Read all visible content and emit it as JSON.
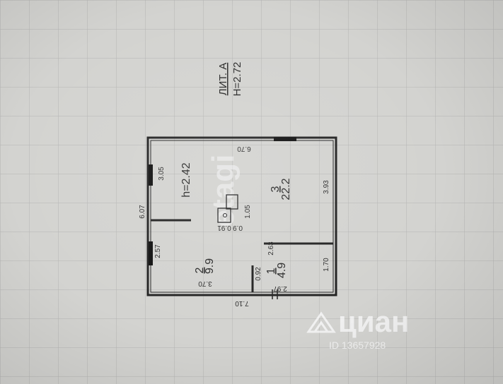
{
  "header": {
    "lit_label": "ЛИТ. А",
    "height_label": "Н=2.72"
  },
  "rooms": [
    {
      "number": "1",
      "area": "4.9"
    },
    {
      "number": "2",
      "area": "9.9"
    },
    {
      "number": "3",
      "area": "22.2"
    }
  ],
  "ceiling_label": "h=2.42",
  "dimensions": {
    "top_outer": "6.70",
    "bottom_outer": "7.10",
    "left_outer": "6.07",
    "left_upper": "3.05",
    "left_lower": "2.57",
    "right_upper": "3.93",
    "right_lower": "1.70",
    "room3_inner_vertical": "1.05",
    "stove_width": "0.91",
    "stove_depth": "0.9",
    "room2_width": "3.70",
    "room1_width": "2.97",
    "room1_upper_vertical": "2.63",
    "room1_left_vertical": "0.92"
  },
  "watermarks": {
    "etagi": "etagi",
    "cian": "циан",
    "cian_id": "ID 13657928"
  },
  "colors": {
    "paper": "#d3d3d0",
    "grid": "#aeaeae",
    "walls": "#222222",
    "text": "#2a2a2a"
  }
}
